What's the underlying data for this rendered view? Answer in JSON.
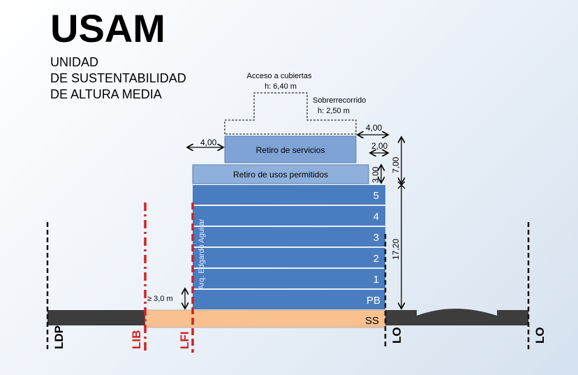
{
  "title": "USAM",
  "subtitle_lines": [
    "UNIDAD",
    "DE SUSTENTABILIDAD",
    "DE ALTURA MEDIA"
  ],
  "roof_access": {
    "label": "Acceso a cubiertas",
    "height": "h: 6,40 m"
  },
  "overrun": {
    "label": "Sobrerrecorrido",
    "height": "h: 2,50 m"
  },
  "setbacks": {
    "service": "Retiro de servicios",
    "permitted": "Retiro de usos permitidos"
  },
  "dimensions": {
    "left_service": "4,00",
    "right_top": "4,00",
    "right_service": "2,00",
    "permitted_height": "3,00",
    "setback_total": "7,00",
    "building_height": "17,20",
    "min_height": "≥ 3,0 m"
  },
  "floors": [
    "5",
    "4",
    "3",
    "2",
    "1",
    "PB"
  ],
  "basement": "SS",
  "author": "Arq. Edgardo Aguilar",
  "lines": {
    "ldp": "LDP",
    "lib": "LIB",
    "lfi": "LFI",
    "lo1": "LO",
    "lo2": "LO"
  },
  "colors": {
    "floor": "#4a7cc0",
    "setback1": "#7ea3d4",
    "setback2": "#8fb0dc",
    "basement": "#f9c190",
    "ground": "#3d3d3d",
    "red": "#d42020"
  }
}
